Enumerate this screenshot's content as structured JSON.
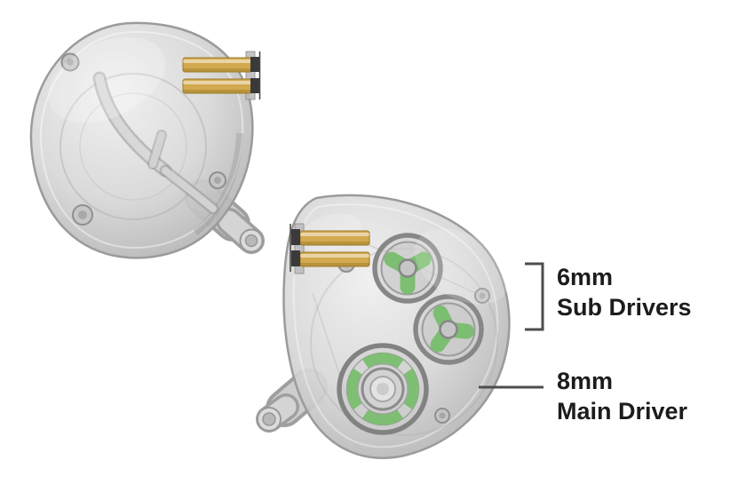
{
  "illustration": {
    "subject": "Translucent in-ear monitor shells cutaway showing internal drivers",
    "colors": {
      "driver_highlight_green": "#76bd6a",
      "connector_pin_gold": "#d2a94e",
      "shell_gray": "#cfcfcf",
      "annotation_line": "#4d4d4d",
      "label_text": "#1c1c1c"
    }
  },
  "annotations": {
    "sub_drivers": {
      "size": "6mm",
      "name": "Sub Drivers"
    },
    "main_driver": {
      "size": "8mm",
      "name": "Main Driver"
    }
  }
}
